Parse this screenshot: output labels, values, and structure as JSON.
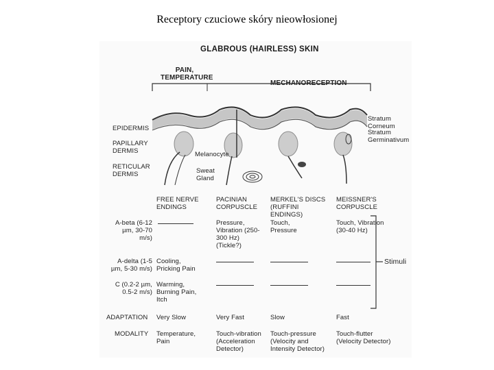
{
  "slide_title": "Receptory czuciowe skóry nieowłosionej",
  "figure": {
    "title": "GLABROUS (HAIRLESS) SKIN",
    "category_pain": "PAIN, TEMPERATURE",
    "category_mech": "MECHANORECEPTION",
    "layers_left": [
      "EPIDERMIS",
      "PAPILLARY DERMIS",
      "RETICULAR DERMIS"
    ],
    "layers_right": [
      "Stratum Corneum",
      "Stratum Germinativum"
    ],
    "structure_labels": [
      "Melanocyte",
      "Sweat Gland"
    ],
    "columns": [
      "FREE NERVE ENDINGS",
      "PACINIAN CORPUSCLE",
      "MERKEL'S DISCS (RUFFINI ENDINGS)",
      "MEISSNER'S CORPUSCLE"
    ],
    "rows": [
      {
        "label": "A-beta (6-12 µm, 30-70 m/s)",
        "cells": [
          "",
          "Pressure, Vibration (250-300 Hz) (Tickle?)",
          "Touch, Pressure",
          "Touch, Vibration (30-40 Hz)"
        ]
      },
      {
        "label": "A-delta (1-5 µm, 5-30 m/s)",
        "cells": [
          "Cooling, Pricking Pain",
          "",
          "",
          ""
        ]
      },
      {
        "label": "C (0.2-2 µm, 0.5-2 m/s)",
        "cells": [
          "Warming, Burning Pain, Itch",
          "",
          "",
          ""
        ]
      },
      {
        "label": "ADAPTATION",
        "cells": [
          "Very Slow",
          "Very Fast",
          "Slow",
          "Fast"
        ]
      },
      {
        "label": "MODALITY",
        "cells": [
          "Temperature, Pain",
          "Touch-vibration (Acceleration Detector)",
          "Touch-pressure (Velocity and Intensity Detector)",
          "Touch-flutter (Velocity Detector)"
        ]
      }
    ],
    "side_label": "Stimuli"
  }
}
